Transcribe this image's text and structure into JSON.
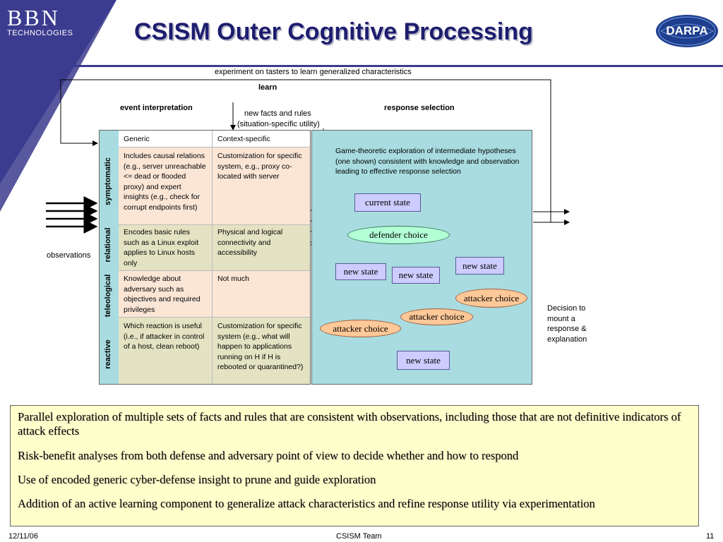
{
  "header": {
    "logo_main": "BBN",
    "logo_sub": "TECHNOLOGIES",
    "title": "CSISM Outer Cognitive Processing",
    "darpa_logo": "DARPA"
  },
  "diagram": {
    "experiment_label": "experiment on tasters to learn generalized characteristics",
    "learn_label": "learn",
    "event_interpretation_label": "event interpretation",
    "response_selection_label": "response selection",
    "new_facts_line1": "new facts and rules",
    "new_facts_line2": "(situation-specific utility)",
    "observations_label": "observations",
    "decision_label": [
      "Decision to",
      "mount a",
      "response &",
      "explanation"
    ]
  },
  "table": {
    "col_generic": "Generic",
    "col_context": "Context-specific",
    "rows": [
      {
        "category": "symptomatic",
        "generic": "Includes causal relations (e.g., server unreachable <= dead or flooded proxy) and expert insights (e.g., check for corrupt endpoints first)",
        "context": "Customization for specific system, e.g., proxy co-located with server"
      },
      {
        "category": "relational",
        "generic": "Encodes basic rules such as a Linux exploit applies to Linux hosts only",
        "context": "Physical and logical connectivity  and accessibility"
      },
      {
        "category": "teleological",
        "generic": "Knowledge about adversary such as objectives and required privileges",
        "context": "Not much"
      },
      {
        "category": "reactive",
        "generic": "Which reaction is useful (i.e., if attacker in control of a host, clean reboot)",
        "context": "Customization for specific system (e.g., what will happen to applications running on H if H is rebooted or quarantined?)"
      }
    ]
  },
  "game_panel": {
    "description": "Game-theoretic exploration of intermediate hypotheses (one shown) consistent with knowledge and observation leading to effective response selection",
    "current_state": "current state",
    "defender_choice": "defender choice",
    "new_state_1": "new state",
    "new_state_2": "new state",
    "new_state_3": "new state",
    "new_state_4": "new state",
    "attacker_choice_1": "attacker choice",
    "attacker_choice_2": "attacker choice",
    "attacker_choice_3": "attacker choice"
  },
  "bullets": [
    "Parallel exploration of multiple sets of facts and rules that are consistent with observations, including those that are not definitive indicators of attack effects",
    "Risk-benefit analyses from both defense and adversary point of view to decide whether and how to respond",
    "Use of encoded generic cyber-defense insight to prune and guide exploration",
    "Addition of an active learning component to generalize attack characteristics and refine response utility via experimentation"
  ],
  "footer": {
    "date": "12/11/06",
    "team": "CSISM Team",
    "page": "11"
  },
  "colors": {
    "navy": "#1d1d6f",
    "panel_blue": "#a8dce0",
    "cell_pink": "#fbe6d6",
    "cell_olive": "#e3e3c3",
    "bottom_yellow": "#ffffcc"
  }
}
